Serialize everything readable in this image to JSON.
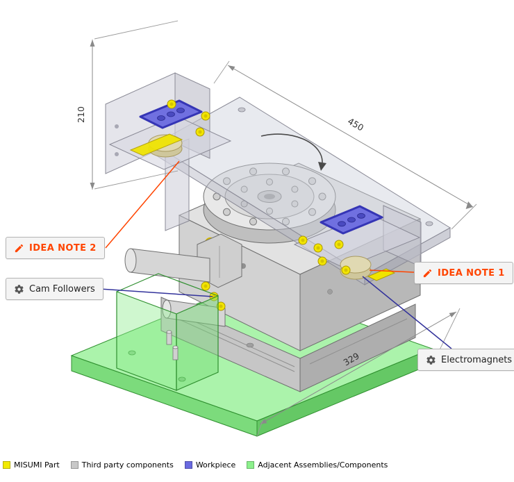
{
  "dimensions": {
    "height": "210",
    "width": "450",
    "depth": "329"
  },
  "callouts": {
    "idea_note_2": {
      "label": "IDEA NOTE 2",
      "icon": "pencil-icon"
    },
    "cam_followers": {
      "label": "Cam Followers",
      "icon": "gear-icon"
    },
    "idea_note_1": {
      "label": "IDEA NOTE 1",
      "icon": "pencil-icon"
    },
    "electromagnets": {
      "label": "Electromagnets",
      "icon": "gear-icon"
    }
  },
  "legend": {
    "items": [
      {
        "label": "MISUMI Part",
        "color": "#f2ea00"
      },
      {
        "label": "Third party components",
        "color": "#c8c8c8"
      },
      {
        "label": "Workpiece",
        "color": "#6a6ae0"
      },
      {
        "label": "Adjacent Assemblies/Components",
        "color": "#8cf08c"
      }
    ]
  },
  "colors": {
    "idea_note_accent": "#ff4400",
    "leader_line": "#32329b",
    "dimension_line": "#8a8a8a"
  }
}
